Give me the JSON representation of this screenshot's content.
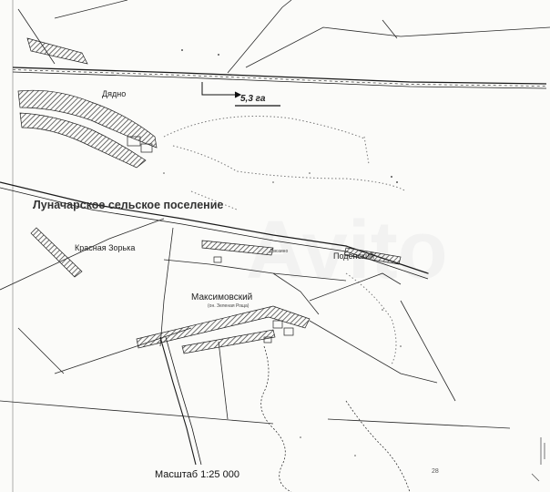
{
  "map": {
    "region_label": "Луначарское сельское поселение",
    "area_label": "5,3 га",
    "scale_label": "Масштаб 1:25 000",
    "settlements": {
      "dyadno": "Дядно",
      "krasnaya_zorka": "Красная Зорька",
      "maksimovsky": "Максимовский",
      "maksimovsky_sub": "(он. Зеленая Роща)",
      "podensky": "Поденский",
      "dzuzino": "Дзюзино"
    },
    "margin_number": "28"
  },
  "colors": {
    "paper": "#fbfbf9",
    "ink": "#1a1a1a",
    "hatch": "#333333",
    "dotted": "#777777",
    "watermark": "#e9e9e9"
  }
}
